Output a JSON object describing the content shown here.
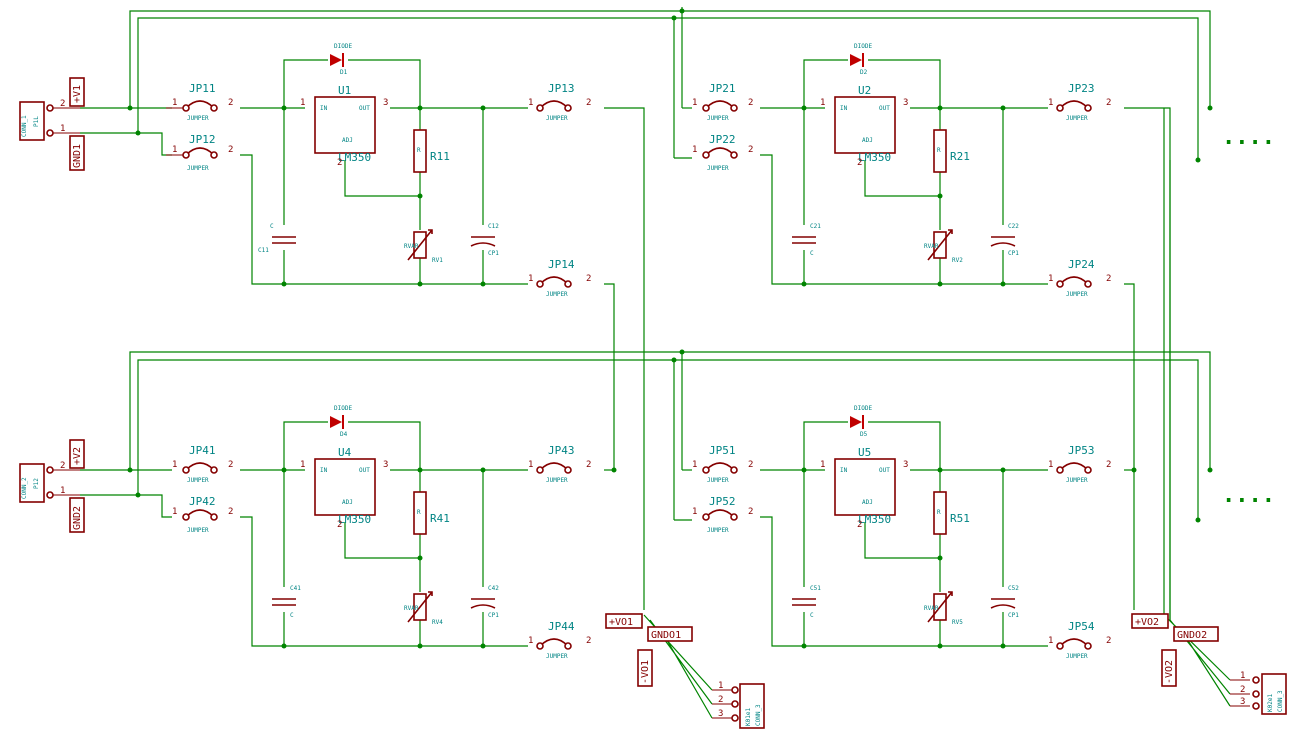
{
  "colors": {
    "wire": "#008400",
    "body": "#840000",
    "text": "#008484",
    "background": "#ffffff"
  },
  "continuation": "....",
  "input_connectors": [
    {
      "ref": "P1L",
      "value": "CONN_1",
      "net_plus": "+V1",
      "net_gnd": "GND1"
    },
    {
      "ref": "P12",
      "value": "CONN_2",
      "net_plus": "+V2",
      "net_gnd": "GND2"
    }
  ],
  "output_connectors": [
    {
      "ref": "K01e1",
      "value": "CONN_3"
    },
    {
      "ref": "K02e1",
      "value": "CONN_3"
    }
  ],
  "output_labels": {
    "vo1_plus": "+VO1",
    "gnd1": "GNDO1",
    "vo1_minus": "-VO1",
    "vo2_plus": "+VO2",
    "gnd2": "GNDO2",
    "vo2_minus": "-VO2"
  },
  "pins": {
    "p1": "1",
    "p2": "2",
    "p3": "3"
  },
  "part_labels": {
    "jumper": "JUMPER",
    "diode": "DIODE",
    "regulator": "LM350",
    "in": "IN",
    "out": "OUT",
    "adj": "ADJ",
    "rvar": "RVAR",
    "r": "R",
    "c": "C",
    "cp": "CP1"
  },
  "stages": [
    {
      "reg": "U1",
      "diode": "D1",
      "r": "R11",
      "rv": "RV1",
      "cin": "C11",
      "cout": "C12",
      "ja": "JP11",
      "jb": "JP12",
      "jc": "JP13",
      "jd": "JP14"
    },
    {
      "reg": "U2",
      "diode": "D2",
      "r": "R21",
      "rv": "RV2",
      "cin": "C21",
      "cout": "C22",
      "ja": "JP21",
      "jb": "JP22",
      "jc": "JP23",
      "jd": "JP24"
    },
    {
      "reg": "U4",
      "diode": "D4",
      "r": "R41",
      "rv": "RV4",
      "cin": "C41",
      "cout": "C42",
      "ja": "JP41",
      "jb": "JP42",
      "jc": "JP43",
      "jd": "JP44"
    },
    {
      "reg": "U5",
      "diode": "D5",
      "r": "R51",
      "rv": "RV5",
      "cin": "C51",
      "cout": "C52",
      "ja": "JP51",
      "jb": "JP52",
      "jc": "JP53",
      "jd": "JP54"
    }
  ]
}
